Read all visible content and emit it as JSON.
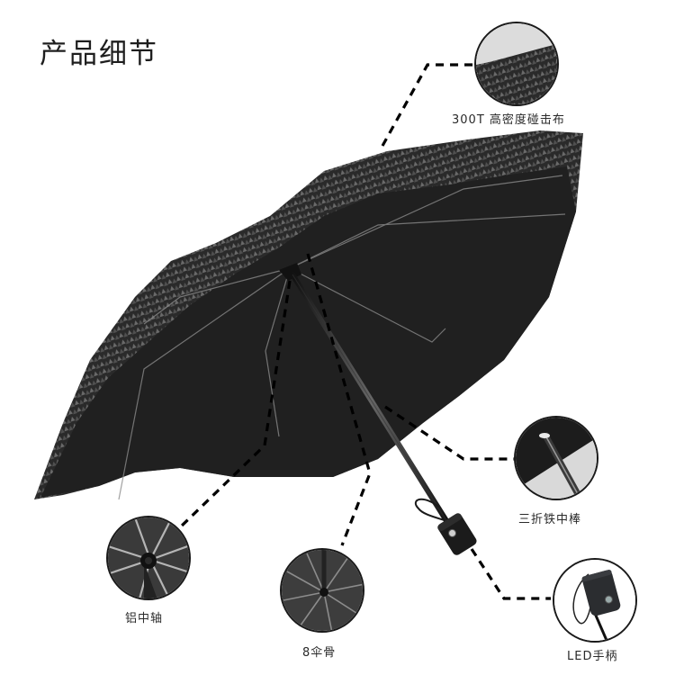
{
  "page": {
    "title": "产品细节"
  },
  "callouts": [
    {
      "id": "fabric",
      "label": "300T 高密度碰击布",
      "icon": "fabric-closeup-icon"
    },
    {
      "id": "shaft",
      "label": "三折铁中棒",
      "icon": "shaft-closeup-icon"
    },
    {
      "id": "handle",
      "label": "LED手柄",
      "icon": "led-handle-icon"
    },
    {
      "id": "center-axis",
      "label": "铝中轴",
      "icon": "center-axis-icon"
    },
    {
      "id": "ribs",
      "label": "8伞骨",
      "icon": "ribs-icon"
    }
  ],
  "colors": {
    "canopy": "#1f1f1f",
    "canopy_pattern": "#5a5a5a",
    "background": "#ffffff",
    "leader_line": "#000000",
    "text": "#2a2a2a"
  }
}
